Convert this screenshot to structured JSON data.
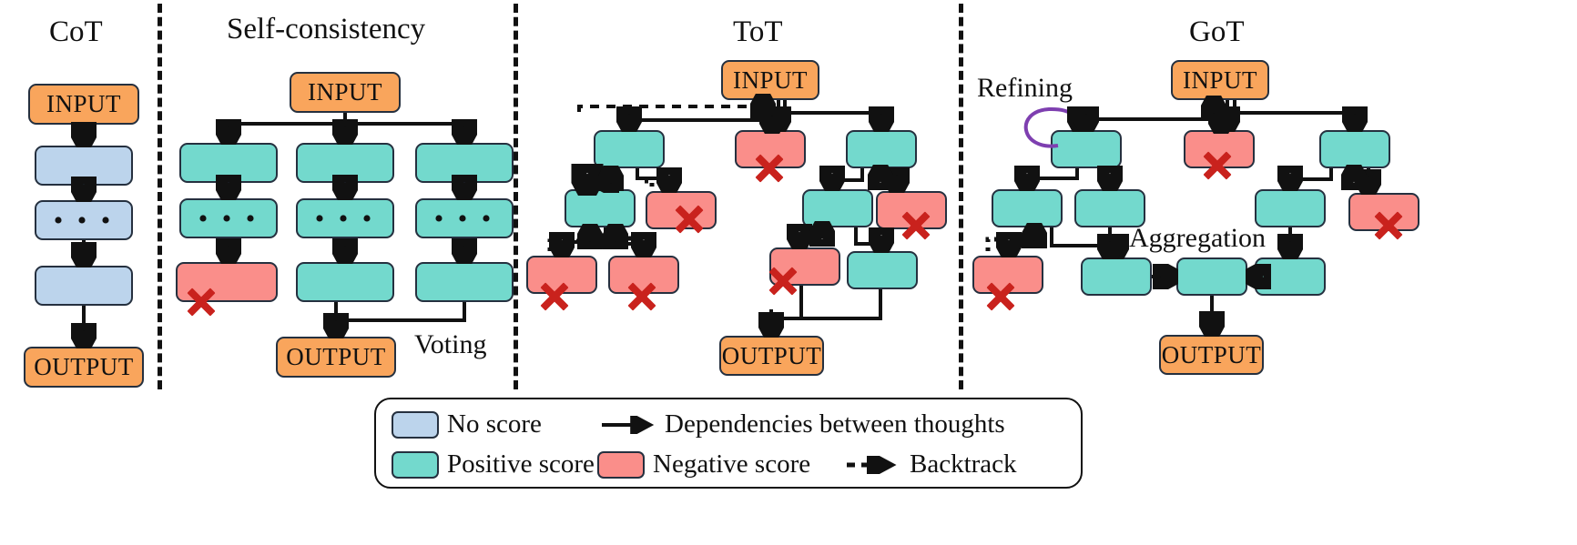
{
  "figure": {
    "title": "Comparison of CoT, Self-consistency, ToT and GoT reasoning topologies",
    "background": "#ffffff"
  },
  "colors": {
    "input_output": "#f9a55c",
    "no_score": "#bcd4ec",
    "positive_score": "#73d9cd",
    "negative_score": "#fa8e8a",
    "node_border": "#25303f",
    "edge": "#111111",
    "refine_arrow": "#7e3fb0",
    "x_mark": "#c9221d"
  },
  "panels": [
    {
      "id": "cot",
      "title": "CoT",
      "nodes": [
        {
          "name": "input",
          "label": "INPUT",
          "kind": "io"
        },
        {
          "name": "thought-1",
          "label": "",
          "kind": "none"
        },
        {
          "name": "thought-ellipsis",
          "label": "• • •",
          "kind": "none"
        },
        {
          "name": "thought-3",
          "label": "",
          "kind": "none"
        },
        {
          "name": "output",
          "label": "OUTPUT",
          "kind": "io"
        }
      ]
    },
    {
      "id": "self-consistency",
      "title": "Self-consistency",
      "annotation": "Voting",
      "nodes": [
        {
          "name": "input",
          "label": "INPUT",
          "kind": "io"
        },
        {
          "name": "chain1-step1",
          "label": "",
          "kind": "pos"
        },
        {
          "name": "chain1-ellipsis",
          "label": "• • •",
          "kind": "pos"
        },
        {
          "name": "chain1-final",
          "label": "",
          "kind": "neg"
        },
        {
          "name": "chain2-step1",
          "label": "",
          "kind": "pos"
        },
        {
          "name": "chain2-ellipsis",
          "label": "• • •",
          "kind": "pos"
        },
        {
          "name": "chain2-final",
          "label": "",
          "kind": "pos"
        },
        {
          "name": "chain3-step1",
          "label": "",
          "kind": "pos"
        },
        {
          "name": "chain3-ellipsis",
          "label": "• • •",
          "kind": "pos"
        },
        {
          "name": "chain3-final",
          "label": "",
          "kind": "pos"
        },
        {
          "name": "output",
          "label": "OUTPUT",
          "kind": "io"
        }
      ]
    },
    {
      "id": "tot",
      "title": "ToT",
      "nodes": [
        {
          "name": "input",
          "label": "INPUT",
          "kind": "io"
        },
        {
          "name": "left-l1",
          "label": "",
          "kind": "pos"
        },
        {
          "name": "left-l2-a",
          "label": "",
          "kind": "pos"
        },
        {
          "name": "left-l2-b",
          "label": "",
          "kind": "neg"
        },
        {
          "name": "left-l3-a",
          "label": "",
          "kind": "neg"
        },
        {
          "name": "left-l3-b",
          "label": "",
          "kind": "neg"
        },
        {
          "name": "mid-l1",
          "label": "",
          "kind": "neg"
        },
        {
          "name": "right-l1",
          "label": "",
          "kind": "pos"
        },
        {
          "name": "right-l2-a",
          "label": "",
          "kind": "pos"
        },
        {
          "name": "right-l2-b",
          "label": "",
          "kind": "neg"
        },
        {
          "name": "right-l3-a",
          "label": "",
          "kind": "neg"
        },
        {
          "name": "right-l3-b",
          "label": "",
          "kind": "pos"
        },
        {
          "name": "output",
          "label": "OUTPUT",
          "kind": "io"
        }
      ]
    },
    {
      "id": "got",
      "title": "GoT",
      "annotations": [
        "Refining",
        "Aggregation"
      ],
      "nodes": [
        {
          "name": "input",
          "label": "INPUT",
          "kind": "io"
        },
        {
          "name": "left-l1",
          "label": "",
          "kind": "pos"
        },
        {
          "name": "left-l2-a",
          "label": "",
          "kind": "pos"
        },
        {
          "name": "left-l2-b",
          "label": "",
          "kind": "pos"
        },
        {
          "name": "left-l3-neg",
          "label": "",
          "kind": "neg"
        },
        {
          "name": "mid-l1",
          "label": "",
          "kind": "neg"
        },
        {
          "name": "right-l1",
          "label": "",
          "kind": "pos"
        },
        {
          "name": "right-l2-a",
          "label": "",
          "kind": "pos"
        },
        {
          "name": "right-l2-b",
          "label": "",
          "kind": "neg"
        },
        {
          "name": "agg-left",
          "label": "",
          "kind": "pos"
        },
        {
          "name": "agg-center",
          "label": "",
          "kind": "pos"
        },
        {
          "name": "agg-right",
          "label": "",
          "kind": "pos"
        },
        {
          "name": "output",
          "label": "OUTPUT",
          "kind": "io"
        }
      ]
    }
  ],
  "legend": {
    "rows": [
      {
        "swatch": "no_score",
        "label": "No score"
      },
      {
        "swatch": "positive_score",
        "label": "Positive score"
      },
      {
        "swatch": "negative_score",
        "label": "Negative score"
      }
    ],
    "edges": [
      {
        "style": "solid",
        "label": "Dependencies between thoughts"
      },
      {
        "style": "dashed",
        "label": "Backtrack"
      }
    ]
  }
}
